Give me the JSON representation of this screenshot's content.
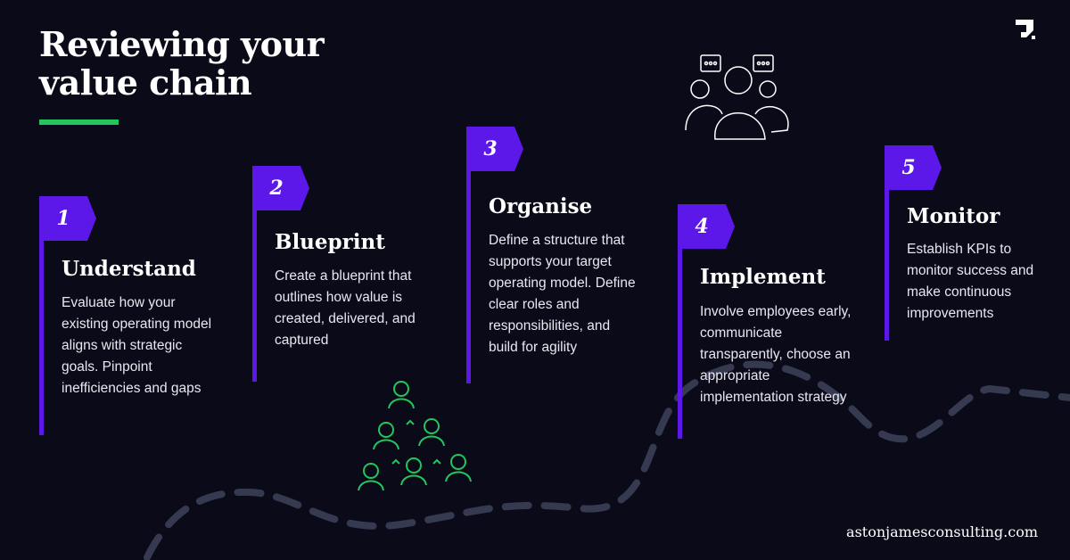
{
  "header": {
    "title_line1": "Reviewing your",
    "title_line2": "value chain"
  },
  "colors": {
    "background": "#0b0a18",
    "accent": "#5b18e8",
    "underline": "#22c55e",
    "path": "#353a50"
  },
  "steps": [
    {
      "number": "1",
      "title": "Understand",
      "body": "Evaluate how your existing operating model aligns with strategic goals. Pinpoint inefficiencies and gaps"
    },
    {
      "number": "2",
      "title": "Blueprint",
      "body": "Create a blueprint that outlines how value is created, delivered, and captured"
    },
    {
      "number": "3",
      "title": "Organise",
      "body": "Define a structure that supports your target operating model. Define clear roles and responsibilities, and build for agility"
    },
    {
      "number": "4",
      "title": "Implement",
      "body": "Involve employees early, communicate transparently, choose an appropriate implementation strategy"
    },
    {
      "number": "5",
      "title": "Monitor",
      "body": "Establish KPIs to monitor success and make continuous improvements"
    }
  ],
  "footer": {
    "website": "astonjamesconsulting.com"
  }
}
